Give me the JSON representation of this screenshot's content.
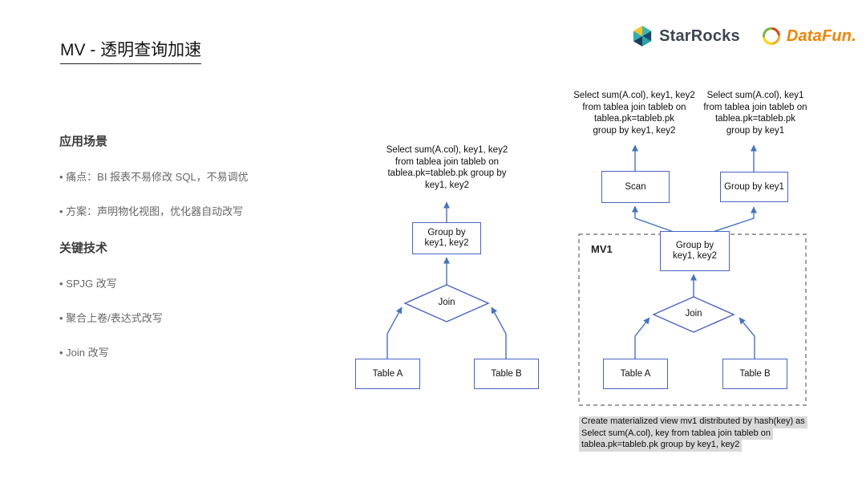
{
  "header": {
    "title": "MV - 透明查询加速",
    "logos": {
      "starrocks_text": "StarRocks",
      "datafun_text": "DataFun."
    }
  },
  "left_panel": {
    "sections": [
      {
        "heading": "应用场景",
        "bullets": [
          "• 痛点：BI 报表不易修改 SQL，不易调优",
          "• 方案：声明物化视图，优化器自动改写"
        ]
      },
      {
        "heading": "关键技术",
        "bullets": [
          "• SPJG 改写",
          "• 聚合上卷/表达式改写",
          "• Join 改写"
        ]
      }
    ]
  },
  "center_diagram": {
    "sql_query": "Select  sum(A.col), key1, key2\nfrom tablea join tableb on\ntablea.pk=tableb.pk group by\nkey1, key2",
    "group_by_node": "Group by\nkey1, key2",
    "join_node": "Join",
    "table_a": "Table A",
    "table_b": "Table B"
  },
  "right_diagram": {
    "sql_query_left": "Select  sum(A.col), key1, key2\nfrom tablea join tableb on\ntablea.pk=tableb.pk\ngroup by key1, key2",
    "sql_query_right": "Select  sum(A.col), key1\nfrom tablea join tableb on\ntablea.pk=tableb.pk\ngroup by key1",
    "scan_node": "Scan",
    "group_by_key1_node": "Group by key1",
    "mv_label": "MV1",
    "group_by_node": "Group by\nkey1, key2",
    "join_node": "Join",
    "table_a": "Table A",
    "table_b": "Table B",
    "ddl_lines": [
      "Create materialized view mv1 distributed by hash(key) as",
      "Select  sum(A.col), key from tablea join tableb on",
      "tablea.pk=tableb.pk group by key1, key2"
    ]
  },
  "colors": {
    "node_border": "#4a63c8",
    "arrow": "#4472c4",
    "highlight_bg": "#d9d9d9",
    "starrocks_dark": "#3d4752",
    "starrocks_teal": "#39b8b0",
    "starrocks_navy": "#1a4a70",
    "starrocks_yellow": "#f7c325",
    "datafun_orange": "#f08300"
  }
}
